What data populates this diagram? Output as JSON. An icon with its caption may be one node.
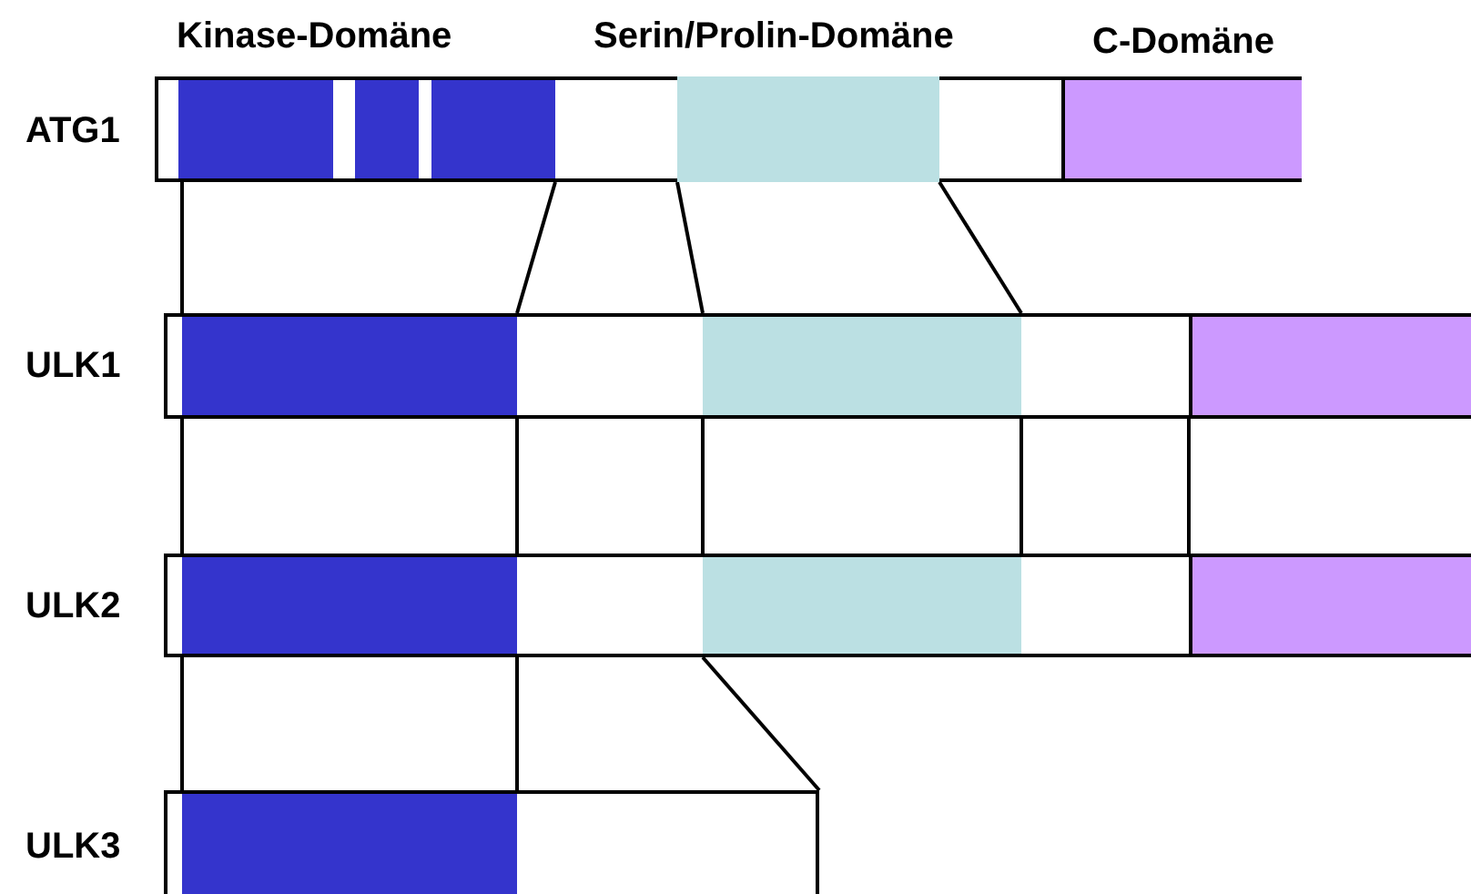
{
  "diagram": {
    "nodes": [
      {
        "text": [
          "ATG1"
        ]
      },
      {
        "text": [],
        "shape": "bar",
        "in": 0
      },
      {
        "text": [],
        "shape": "bar",
        "in": 0
      },
      {
        "text": [],
        "shape": "bar",
        "in": 0
      },
      {
        "text": [],
        "shape": "bar",
        "in": 0
      },
      {
        "text": [],
        "shape": "bar",
        "in": 0
      },
      {
        "text": [
          "ULK1"
        ]
      },
      {
        "text": [],
        "shape": "bar",
        "in": 6
      },
      {
        "text": [],
        "shape": "bar",
        "in": 6
      },
      {
        "text": [],
        "shape": "bar",
        "in": 6
      },
      {
        "text": [
          "ULK2"
        ]
      },
      {
        "text": [],
        "shape": "bar",
        "in": 10
      },
      {
        "text": [],
        "shape": "bar",
        "in": 10
      },
      {
        "text": [],
        "shape": "bar",
        "in": 10
      },
      {
        "text": [
          "ULK3"
        ]
      },
      {
        "text": [],
        "shape": "bar",
        "in": 14
      }
    ],
    "edges": [
      {
        "from": 1,
        "to": 7,
        "arrow": "none"
      },
      {
        "from": 3,
        "to": 7,
        "arrow": "none"
      },
      {
        "from": 4,
        "to": 8,
        "arrow": "none"
      },
      {
        "from": 4,
        "to": 8,
        "arrow": "none"
      },
      {
        "from": 7,
        "to": 11,
        "arrow": "none"
      },
      {
        "from": 7,
        "to": 11,
        "arrow": "none"
      },
      {
        "from": 8,
        "to": 12,
        "arrow": "none"
      },
      {
        "from": 8,
        "to": 12,
        "arrow": "none"
      },
      {
        "from": 9,
        "to": 13,
        "arrow": "none"
      },
      {
        "from": 11,
        "to": 15,
        "arrow": "none"
      },
      {
        "from": 11,
        "to": 15,
        "arrow": "none"
      },
      {
        "from": 12,
        "to": 14,
        "arrow": "none"
      }
    ],
    "labels": [
      "Kinase-Domäne",
      "Serin/Prolin-Domäne",
      "C-Domäne"
    ]
  }
}
